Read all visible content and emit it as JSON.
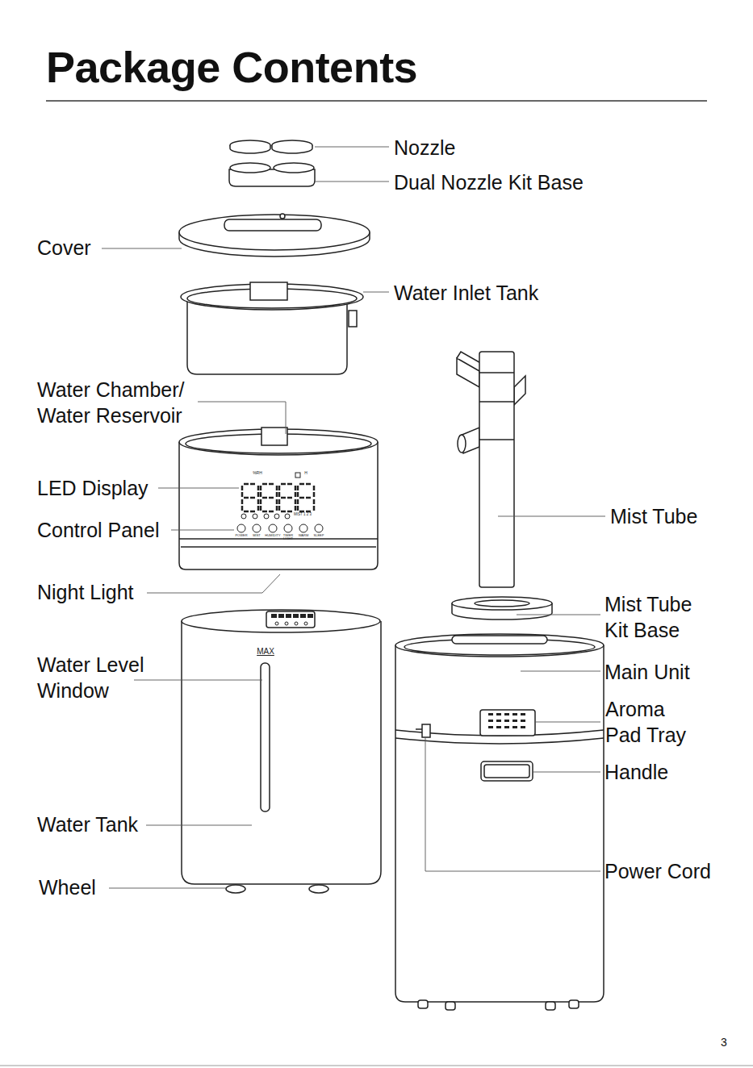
{
  "diagram": {
    "title": "Package Contents",
    "labels": [
      "Nozzle",
      "Dual Nozzle Kit Base",
      "Cover",
      "Water Inlet Tank",
      "Water Chamber/ Water Reservoir",
      "%RH",
      "H",
      "LED Display",
      "MIST 1 2 3",
      "Control Panel",
      "POWER",
      "MIST",
      "HUMIDITY",
      "TIMER LIGHT",
      "WARM",
      "SLEEP",
      "Mist Tube",
      "Night Light",
      "Mist Tube Kit Base",
      "MAX",
      "Main Unit",
      "Water Level Window",
      "Aroma Pad Tray",
      "Handle",
      "Water Tank",
      "Power Cord",
      "Wheel",
      "3"
    ]
  }
}
